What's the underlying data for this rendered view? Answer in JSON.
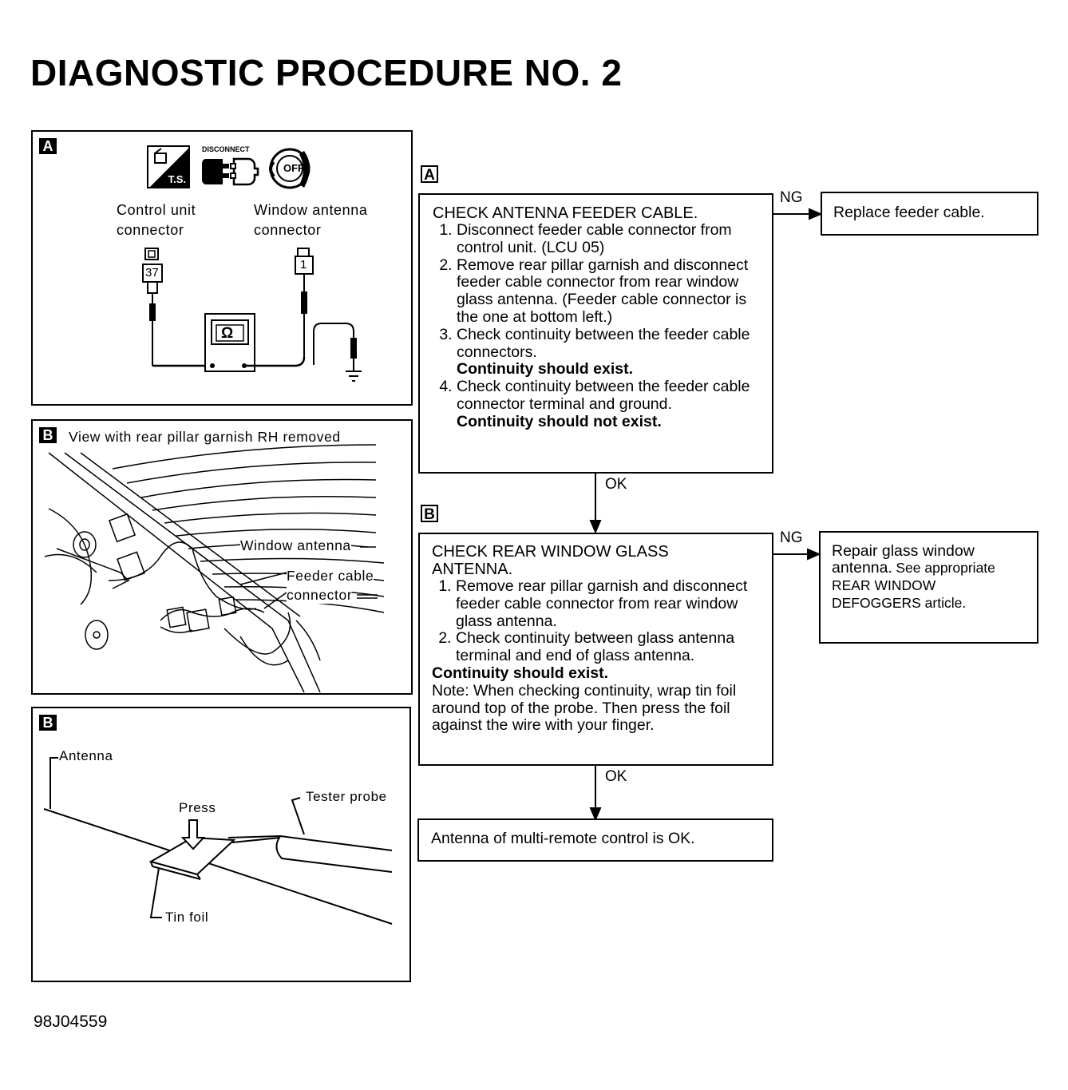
{
  "title": "DIAGNOSTIC PROCEDURE NO. 2",
  "doc_id": "98J04559",
  "panel_a": {
    "tag": "A",
    "icon_disconnect": "DISCONNECT",
    "icon_ts": "T.S.",
    "icon_off": "OFF",
    "control_unit_label_1": "Control unit",
    "control_unit_label_2": "connector",
    "window_antenna_label_1": "Window antenna",
    "window_antenna_label_2": "connector",
    "pin_control": "37",
    "pin_window": "1",
    "meter_symbol": "Ω"
  },
  "panel_b1": {
    "tag": "B",
    "caption": "View with rear pillar garnish RH removed",
    "label_window_antenna": "Window antenna",
    "label_feeder_cable": "Feeder cable",
    "label_connector": "connector"
  },
  "panel_b2": {
    "tag": "B",
    "label_antenna": "Antenna",
    "label_press": "Press",
    "label_tester_probe": "Tester probe",
    "label_tin_foil": "Tin foil"
  },
  "flow": {
    "step_a_tag": "A",
    "step_a_title": "CHECK ANTENNA FEEDER CABLE.",
    "step_a_items": [
      "Disconnect feeder cable connector from control unit. (LCU 05)",
      "Remove rear pillar garnish and discon­nect feeder cable connector from rear window glass antenna. (Feeder cable connector is the one at bottom left.)",
      "Check continuity between the feeder cable connectors.",
      "Check continuity between the feeder cable connector terminal and ground."
    ],
    "step_a_note_3": "Continuity should exist.",
    "step_a_note_4": "Continuity should not exist.",
    "ng_label_1": "NG",
    "ng_result_1": "Replace feeder cable.",
    "ok_label_1": "OK",
    "step_b_tag": "B",
    "step_b_title_1": "CHECK REAR WINDOW GLASS",
    "step_b_title_2": "ANTENNA.",
    "step_b_items": [
      "Remove rear pillar garnish and discon­nect feeder cable connector from rear window glass antenna.",
      "Check continuity between glass antenna terminal and end of glass antenna."
    ],
    "step_b_note": "Continuity should exist.",
    "step_b_note2": "Note: When checking continuity, wrap tin foil around top of the probe. Then press the foil against the wire with your finger.",
    "ng_label_2": "NG",
    "ng_result_2_bold_1": "Repair glass window",
    "ng_result_2_bold_2": "antenna.",
    "ng_result_2_rest": "See appropriate REAR WINDOW DEFOGGERS article.",
    "ok_label_2": "OK",
    "final_result": "Antenna of multi-remote control is OK."
  }
}
